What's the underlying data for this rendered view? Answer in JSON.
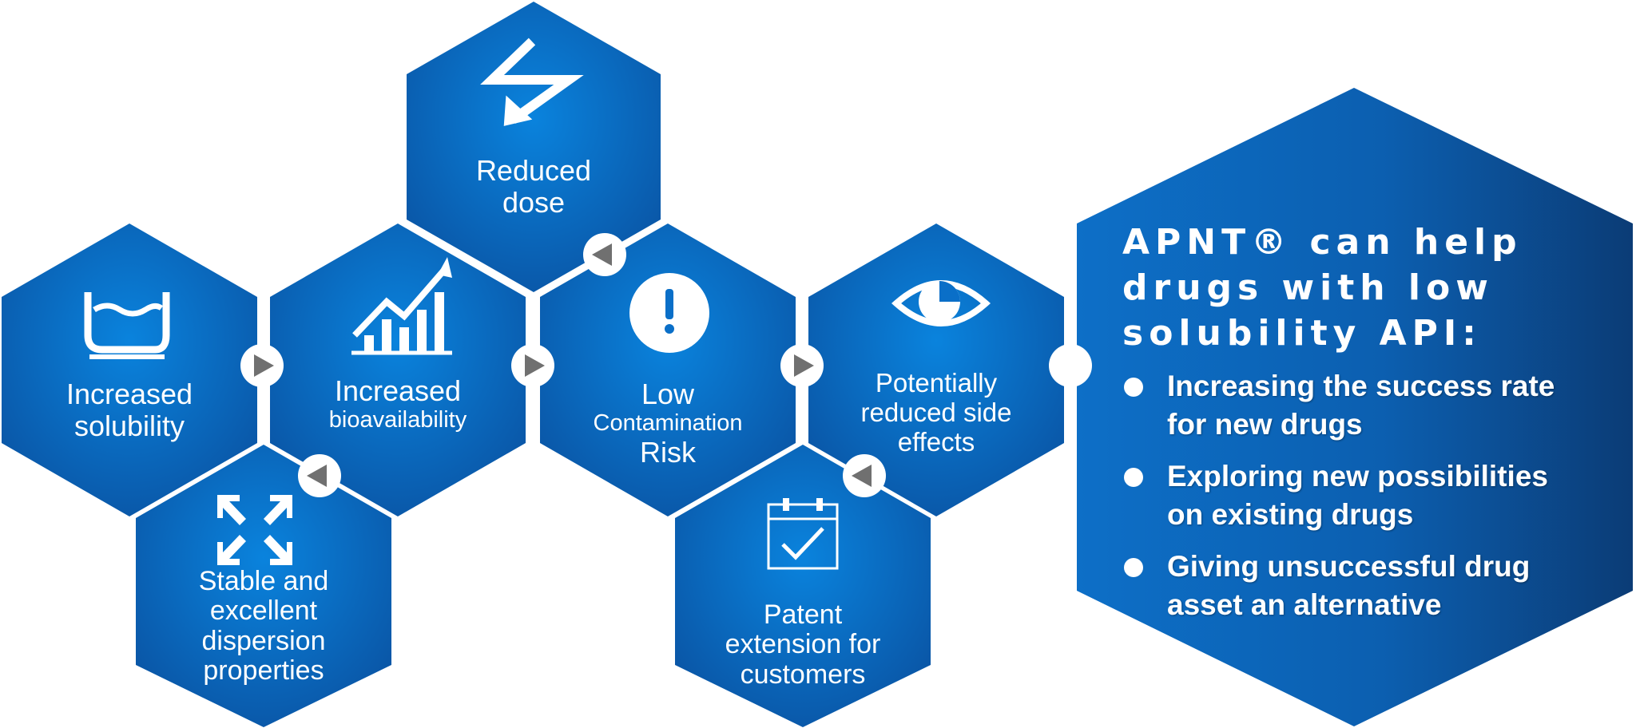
{
  "hexagons": [
    {
      "id": "reduced-dose",
      "lines": [
        "Reduced",
        "dose"
      ],
      "icon": "lightning-arrow-icon"
    },
    {
      "id": "increased-solubility",
      "lines": [
        "Increased",
        "solubility"
      ],
      "icon": "beaker-icon"
    },
    {
      "id": "increased-bioavailability",
      "lines": [
        "Increased",
        "bioavailability"
      ],
      "icon": "growth-chart-icon"
    },
    {
      "id": "low-contamination-risk",
      "lines": [
        "Low",
        "Contamination",
        "Risk"
      ],
      "icon": "exclamation-icon"
    },
    {
      "id": "reduced-side-effects",
      "lines": [
        "Potentially",
        "reduced side",
        "effects"
      ],
      "icon": "eye-icon"
    },
    {
      "id": "stable-dispersion",
      "lines": [
        "Stable and",
        "excellent",
        "dispersion",
        "properties"
      ],
      "icon": "expand-arrows-icon"
    },
    {
      "id": "patent-extension",
      "lines": [
        "Patent",
        "extension for",
        "customers"
      ],
      "icon": "calendar-check-icon"
    }
  ],
  "info_panel": {
    "title_lines": [
      "APNT® can help",
      "drugs with low",
      "solubility API:"
    ],
    "bullets": [
      [
        "Increasing the success rate",
        "for new drugs"
      ],
      [
        "Exploring new possibilities",
        "on existing drugs"
      ],
      [
        "Giving unsuccessful drug",
        "asset an alternative"
      ]
    ]
  },
  "colors": {
    "hex_light": "#0a7fd8",
    "hex_dark": "#0a56a6",
    "panel_dark": "#0c3f7a",
    "connector_fill": "#ffffff",
    "connector_arrow": "#707070"
  }
}
